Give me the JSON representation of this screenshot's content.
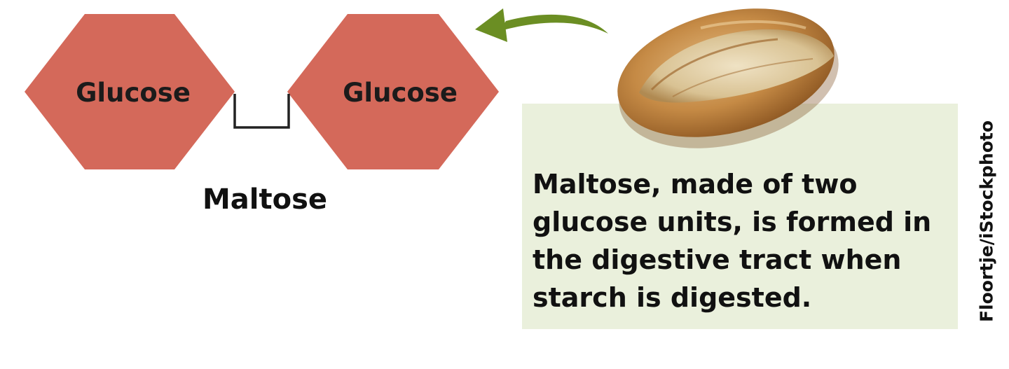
{
  "diagram": {
    "units": [
      {
        "label": "Glucose"
      },
      {
        "label": "Glucose"
      }
    ],
    "molecule_label": "Maltose",
    "caption_lines": [
      "Maltose, made of two",
      "glucose units, is formed in",
      "the digestive tract when",
      "starch is digested."
    ],
    "photo_credit": "Floortje/iStockphoto",
    "photo": "bread-roll-image"
  },
  "colors": {
    "hexagon_fill": "#d4695a",
    "bond_stroke": "#222222",
    "arrow": "#6b8e23",
    "caption_background": "#eaf0dc",
    "text": "#111111"
  }
}
